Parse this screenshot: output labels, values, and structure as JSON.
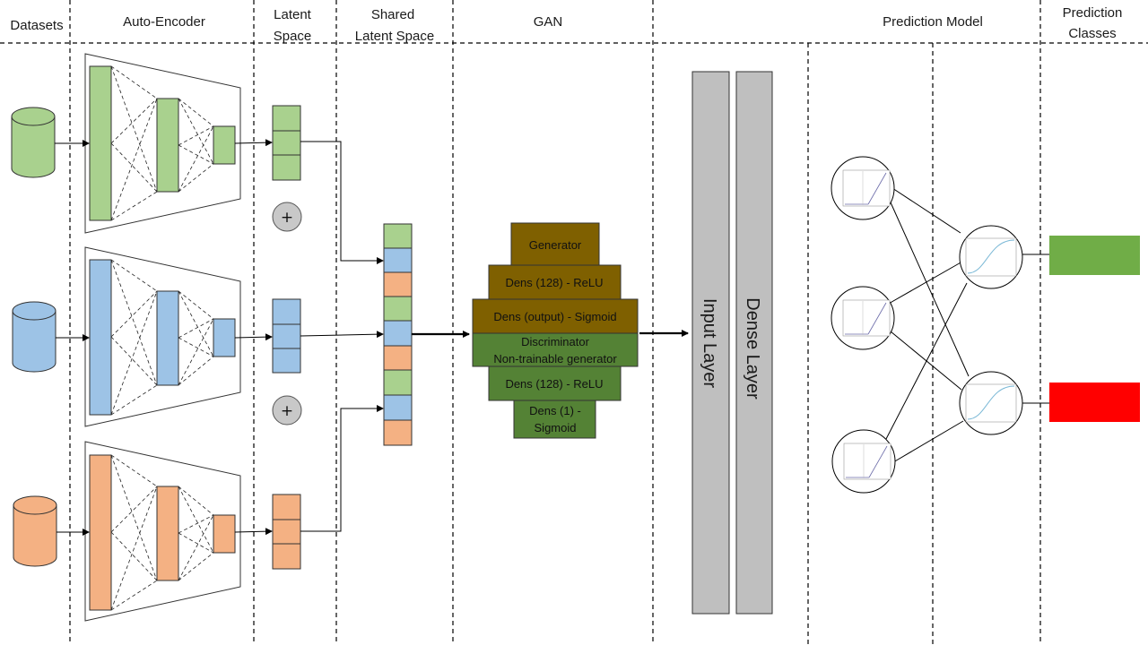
{
  "headers": {
    "datasets": "Datasets",
    "autoencoder": "Auto-Encoder",
    "latent_1": "Latent",
    "latent_2": "Space",
    "shared_1": "Shared",
    "shared_2": "Latent Space",
    "gan": "GAN",
    "prediction_model": "Prediction Model",
    "prediction_classes_1": "Prediction",
    "prediction_classes_2": "Classes"
  },
  "gan": {
    "generator": "Generator",
    "gen_dense_128": "Dens (128) - ReLU",
    "gen_output": "Dens (output)  -  Sigmoid",
    "disc_1": "Discriminator",
    "disc_2": "Non-trainable generator",
    "disc_dense_128": "Dens (128) - ReLU",
    "disc_dense_1_a": "Dens (1) -",
    "disc_dense_1_b": "Sigmoid"
  },
  "layers": {
    "input_layer": "Input Layer",
    "dense_layer": "Dense Layer"
  },
  "plus_symbol": "+",
  "colors": {
    "green": "#a9d18e",
    "blue": "#9dc3e6",
    "orange": "#f4b183",
    "gan_brown": "#7f6000",
    "gan_green": "#548235",
    "gray_layer": "#bfbfbf",
    "class_green": "#70ad47",
    "class_red": "#ff0000"
  }
}
